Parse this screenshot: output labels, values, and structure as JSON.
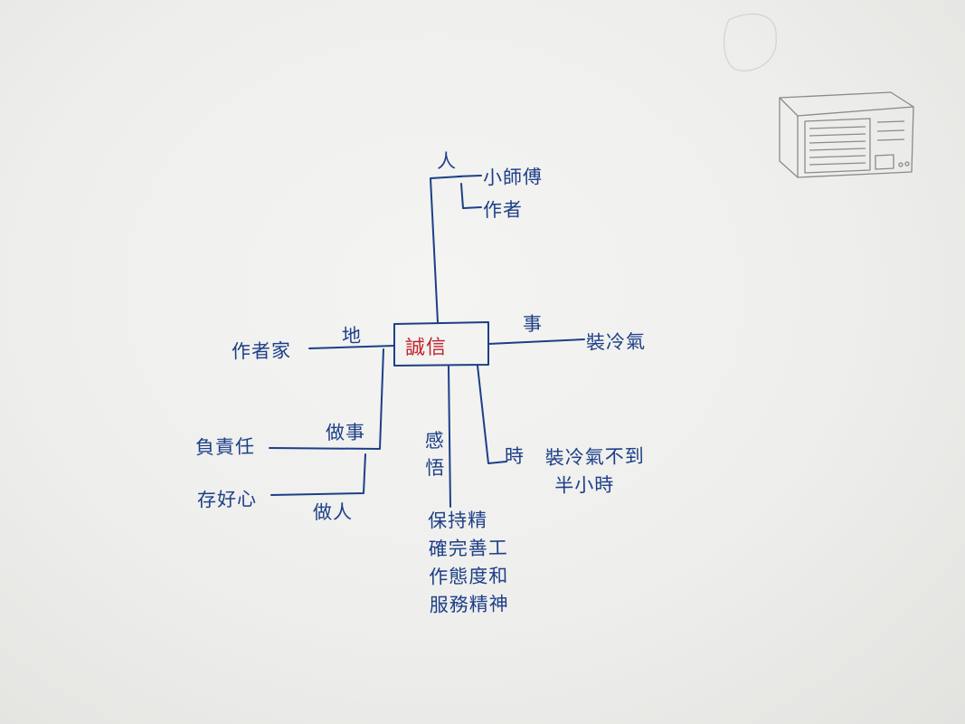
{
  "center": "誠信",
  "branches": {
    "person": {
      "label": "人",
      "items": [
        "小師傅",
        "作者"
      ]
    },
    "place": {
      "label": "地",
      "item": "作者家"
    },
    "event": {
      "label": "事",
      "item": "裝冷氣"
    },
    "time": {
      "label": "時",
      "lines": [
        "裝冷氣不到",
        "半小時"
      ]
    },
    "feeling": {
      "label": "感悟",
      "lines": [
        "保持精",
        "確完善工",
        "作態度和",
        "服務精神"
      ]
    },
    "doing_things": {
      "label": "做事",
      "item": "負責任"
    },
    "being_person": {
      "label": "做人",
      "item": "存好心"
    }
  },
  "colors": {
    "ink_blue": "#1d3f88",
    "ink_red": "#c0212b",
    "paper": "#efefed",
    "pencil": "#8a8a88"
  },
  "icons": [
    "air-conditioner-sketch-icon",
    "faint-sketch-icon"
  ]
}
